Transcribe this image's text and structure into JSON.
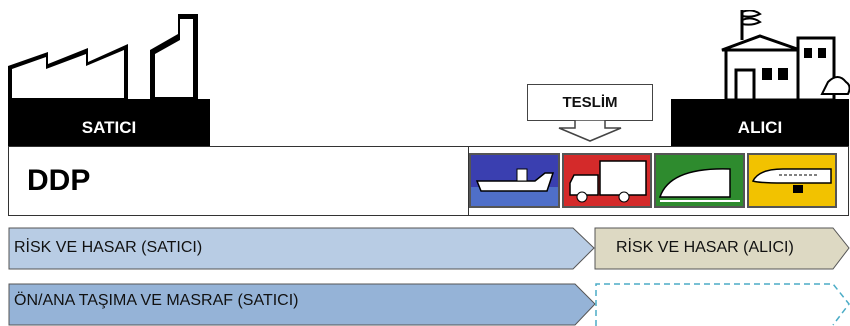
{
  "seller": {
    "label": "SATICI",
    "icon": "factory-icon"
  },
  "buyer": {
    "label": "ALICI",
    "icon": "warehouse-icon"
  },
  "delivery": {
    "label": "TESLİM",
    "icon": "down-arrow-icon"
  },
  "term": {
    "code": "DDP"
  },
  "transport_modes": [
    {
      "name": "ship",
      "icon": "ship-icon",
      "color": "#3a3fb0"
    },
    {
      "name": "truck",
      "icon": "truck-icon",
      "color": "#d42a2a"
    },
    {
      "name": "train",
      "icon": "train-icon",
      "color": "#2e8b2e"
    },
    {
      "name": "plane",
      "icon": "plane-icon",
      "color": "#f2c200"
    }
  ],
  "rows": {
    "risk_seller": {
      "label": "RİSK VE HASAR (SATICI)",
      "color": "#b8cce4"
    },
    "risk_buyer": {
      "label": "RİSK VE HASAR (ALICI)",
      "color": "#ddd9c3"
    },
    "cost_seller": {
      "label": "ÖN/ANA TAŞIMA VE MASRAF (SATICI)",
      "color": "#95b3d7"
    },
    "cost_buyer": {
      "label": "",
      "color": "#4bacc6"
    }
  }
}
